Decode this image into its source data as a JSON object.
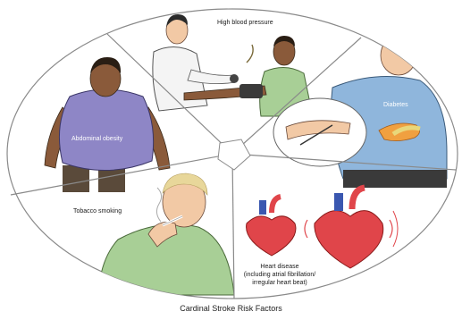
{
  "segments": {
    "high_blood_pressure": "High blood pressure",
    "diabetes": "Diabetes",
    "abdominal_obesity": "Abdominal obesity",
    "tobacco_smoking": "Tobacco smoking",
    "heart_disease_line1": "Heart disease",
    "heart_disease_line2": "(including atrial fibrillation/",
    "heart_disease_line3": "irregular heart beat)"
  },
  "caption": "Cardinal Stroke Risk Factors",
  "colors": {
    "divider": "#8a8a8a",
    "skin_dark": "#8a5a3a",
    "skin_light": "#f2c9a5",
    "obesity_shirt": "#8e86c6",
    "diabetes_shirt": "#8fb6dc",
    "smoker_shirt": "#a8cf96",
    "coat_white": "#f4f4f4",
    "heart_red": "#e0454a",
    "heart_blue": "#3a57b0"
  }
}
